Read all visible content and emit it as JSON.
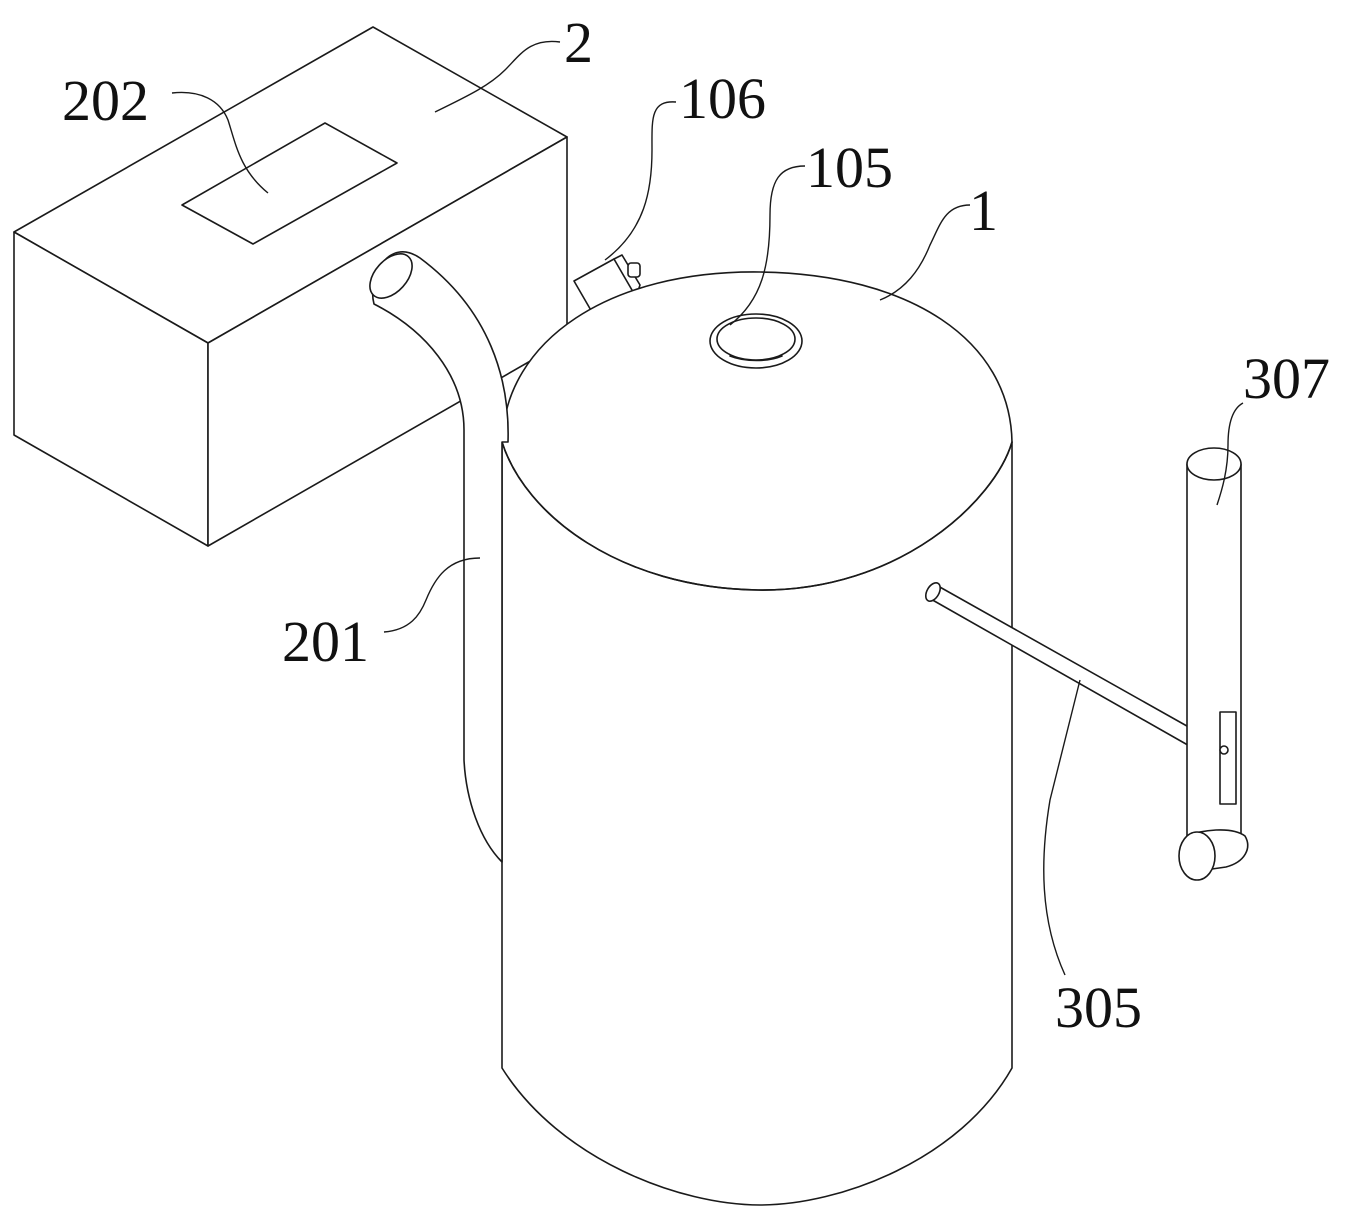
{
  "labels": {
    "l2": "2",
    "l202": "202",
    "l106": "106",
    "l105": "105",
    "l1": "1",
    "l307": "307",
    "l201": "201",
    "l305": "305"
  }
}
